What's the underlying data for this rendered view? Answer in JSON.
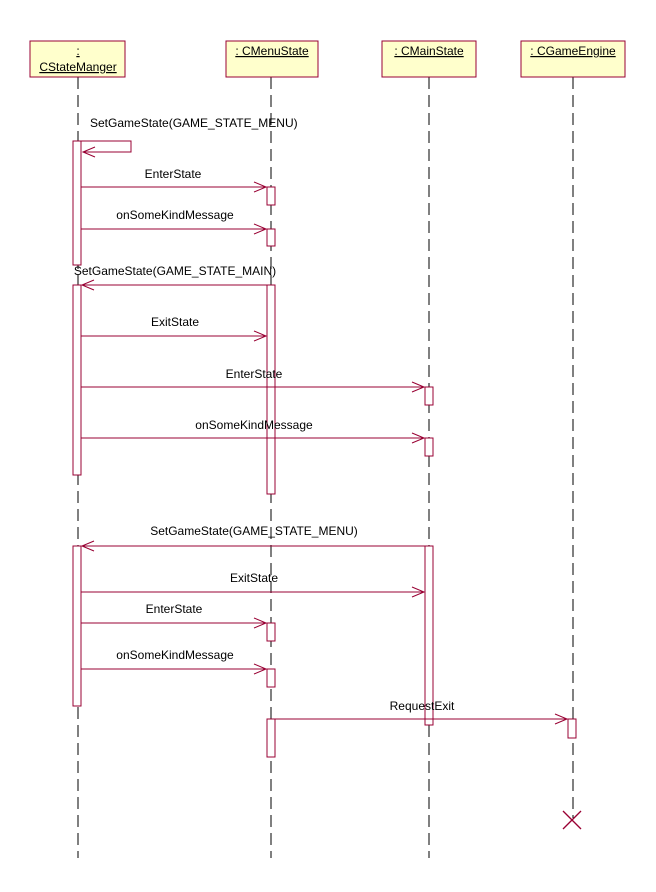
{
  "participants": [
    {
      "id": "sm",
      "line1": ":",
      "line2": "CStateManger"
    },
    {
      "id": "menu",
      "line1": ": CMenuState",
      "line2": ""
    },
    {
      "id": "main",
      "line1": ": CMainState",
      "line2": ""
    },
    {
      "id": "engine",
      "line1": ": CGameEngine",
      "line2": ""
    }
  ],
  "messages": [
    {
      "from": "sm",
      "to": "sm",
      "label": "SetGameState(GAME_STATE_MENU)"
    },
    {
      "from": "sm",
      "to": "menu",
      "label": "EnterState"
    },
    {
      "from": "sm",
      "to": "menu",
      "label": "onSomeKindMessage"
    },
    {
      "from": "menu",
      "to": "sm",
      "label": "SetGameState(GAME_STATE_MAIN)"
    },
    {
      "from": "sm",
      "to": "menu",
      "label": "ExitState"
    },
    {
      "from": "sm",
      "to": "main",
      "label": "EnterState"
    },
    {
      "from": "sm",
      "to": "main",
      "label": "onSomeKindMessage"
    },
    {
      "from": "main",
      "to": "sm",
      "label": "SetGameState(GAME_STATE_MENU)"
    },
    {
      "from": "sm",
      "to": "main",
      "label": "ExitState"
    },
    {
      "from": "sm",
      "to": "menu",
      "label": "EnterState"
    },
    {
      "from": "sm",
      "to": "menu",
      "label": "onSomeKindMessage"
    },
    {
      "from": "menu",
      "to": "engine",
      "label": "RequestExit"
    }
  ],
  "colors": {
    "box_fill": "#ffffcc",
    "line": "#990033",
    "lifeline": "#000000"
  }
}
